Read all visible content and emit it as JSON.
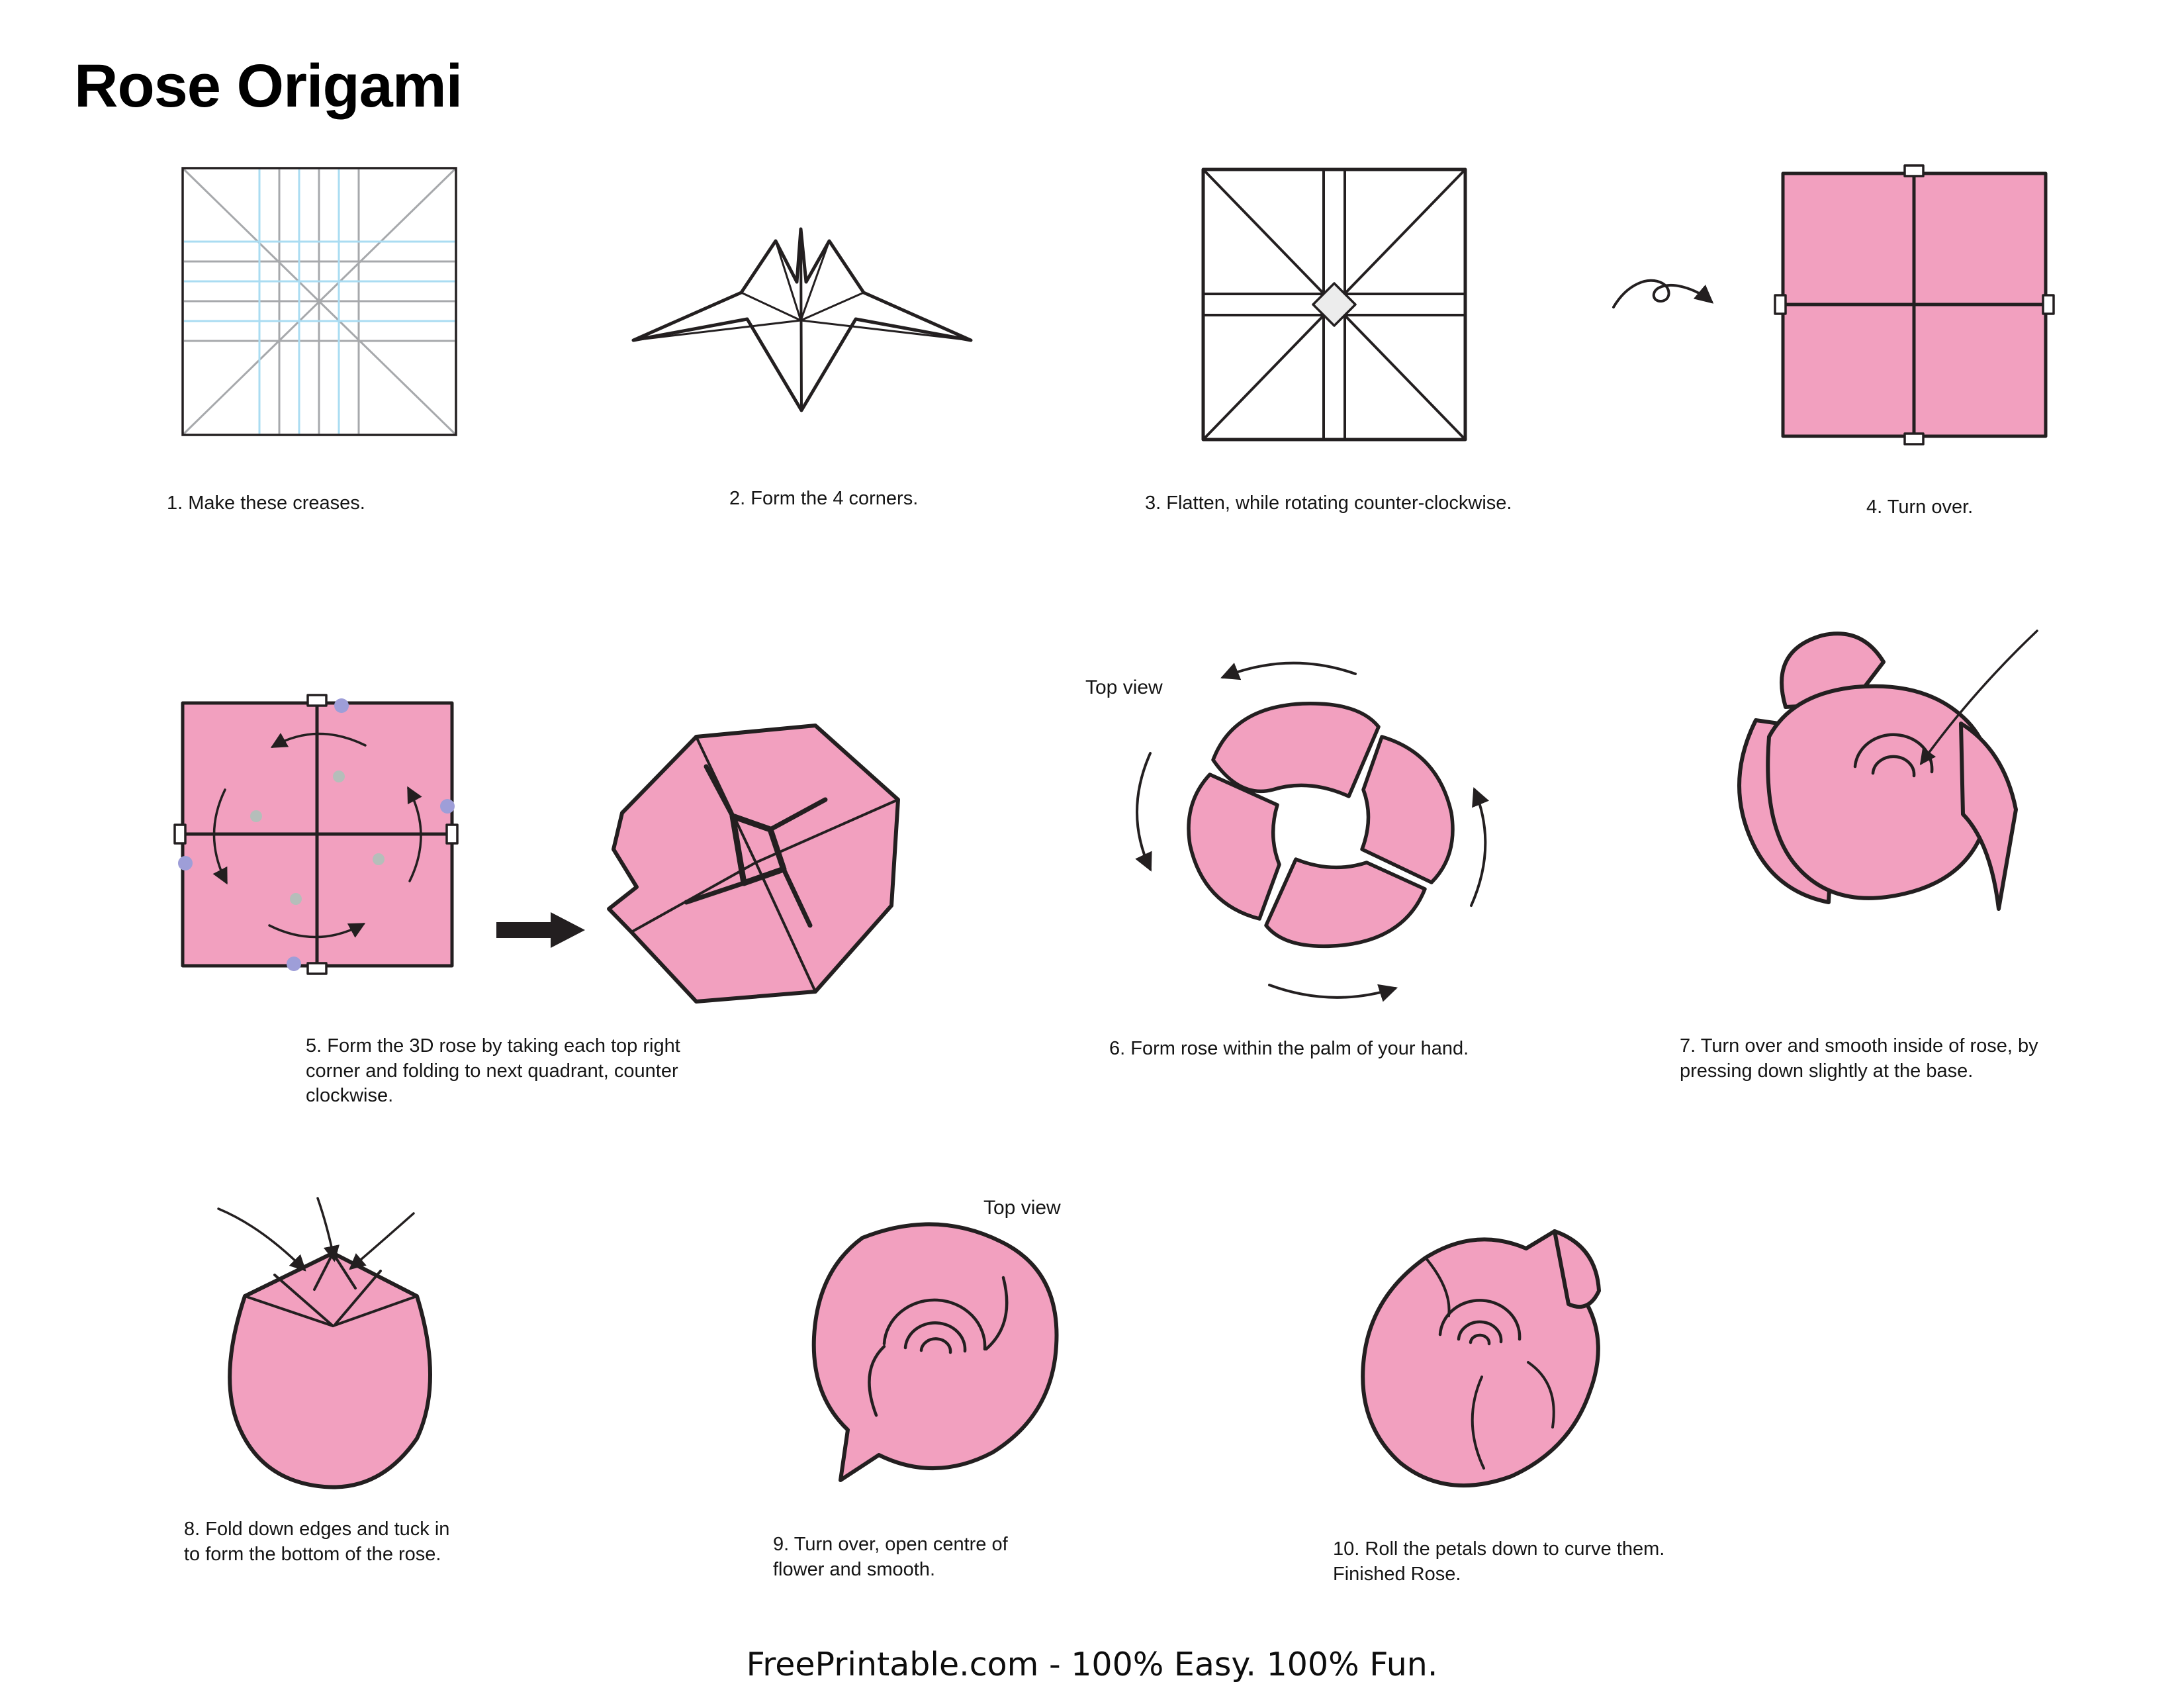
{
  "page": {
    "title": "Rose Origami",
    "footer": "FreePrintable.com - 100% Easy. 100% Fun."
  },
  "colors": {
    "paper_pink": "#f2a0bf",
    "outline_ink": "#231f20",
    "crease_gray": "#a7a9ac",
    "crease_blue": "#aadcf2",
    "dot_lavender": "#9e9ed8",
    "dot_gray": "#b5beba"
  },
  "steps": [
    {
      "caption": "1.  Make these creases."
    },
    {
      "caption": "2.  Form the 4 corners."
    },
    {
      "caption": "3.  Flatten, while rotating counter-clockwise."
    },
    {
      "caption": "4.  Turn over."
    },
    {
      "caption": "5.  Form the 3D rose by taking each top right\ncorner and folding to next quadrant, counter\nclockwise."
    },
    {
      "caption": "6.  Form rose within the palm of your hand.",
      "view_label": "Top view"
    },
    {
      "caption": "7. Turn over and smooth inside of rose, by\npressing down slightly at the base."
    },
    {
      "caption": "8.  Fold down edges and tuck in\nto form the bottom of the rose."
    },
    {
      "caption": "9.  Turn over, open centre of\nflower and smooth.",
      "view_label": "Top view"
    },
    {
      "caption": "10.  Roll the petals down to curve them.\nFinished Rose."
    }
  ]
}
